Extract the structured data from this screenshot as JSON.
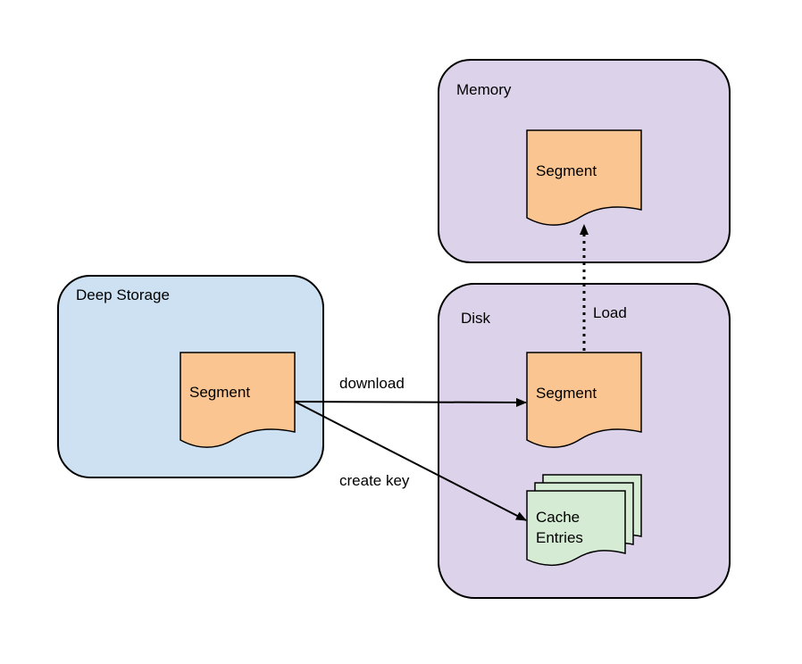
{
  "containers": {
    "memory": {
      "label": "Memory",
      "color": "#dcd3ea"
    },
    "disk": {
      "label": "Disk",
      "color": "#dcd3ea"
    },
    "deep_storage": {
      "label": "Deep Storage",
      "color": "#cde1f2"
    }
  },
  "documents": {
    "memory_segment": {
      "label": "Segment",
      "color": "#fac591"
    },
    "disk_segment": {
      "label": "Segment",
      "color": "#fac591"
    },
    "deep_segment": {
      "label": "Segment",
      "color": "#fac591"
    },
    "cache_entries": {
      "line1": "Cache",
      "line2": "Entries",
      "color": "#d5ebd3"
    }
  },
  "edges": {
    "download": "download",
    "create_key": "create key",
    "load": "Load"
  }
}
